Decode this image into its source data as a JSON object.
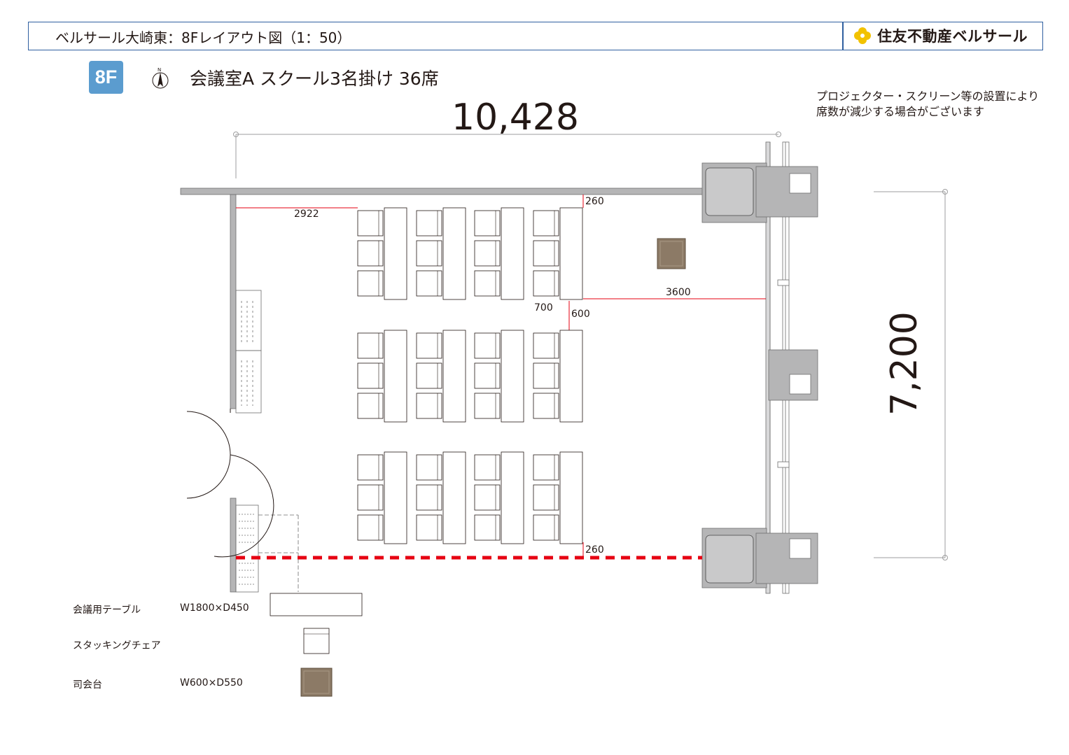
{
  "header": {
    "title": "ベルサール大崎東：8Fレイアウト図（1：50）",
    "brand": "住友不動産ベルサール"
  },
  "floor_badge": "8F",
  "room_title": "会議室A スクール3名掛け 36席",
  "note": "プロジェクター・スクリーン等の設置により席数が減少する場合がございます",
  "dimensions": {
    "width_total": "10,428",
    "depth_total": "7,200",
    "left_gap": "2922",
    "top_clearance": "260",
    "bottom_clearance": "260",
    "aisle_side": "3600",
    "table_pitch": "700",
    "row_gap": "600"
  },
  "legend": [
    {
      "label": "会議用テーブル",
      "spec": "W1800×D450",
      "icon": "table-icon"
    },
    {
      "label": "スタッキングチェア",
      "spec": "",
      "icon": "chair-icon"
    },
    {
      "label": "司会台",
      "spec": "W600×D550",
      "icon": "podium-icon"
    }
  ],
  "colors": {
    "frame": "#2f5fa0",
    "badge": "#5b9ccf",
    "wall": "#b5b5b6",
    "podium": "#8c7a66",
    "dimension_red": "#e60012",
    "brand_yellow": "#f2c200"
  }
}
